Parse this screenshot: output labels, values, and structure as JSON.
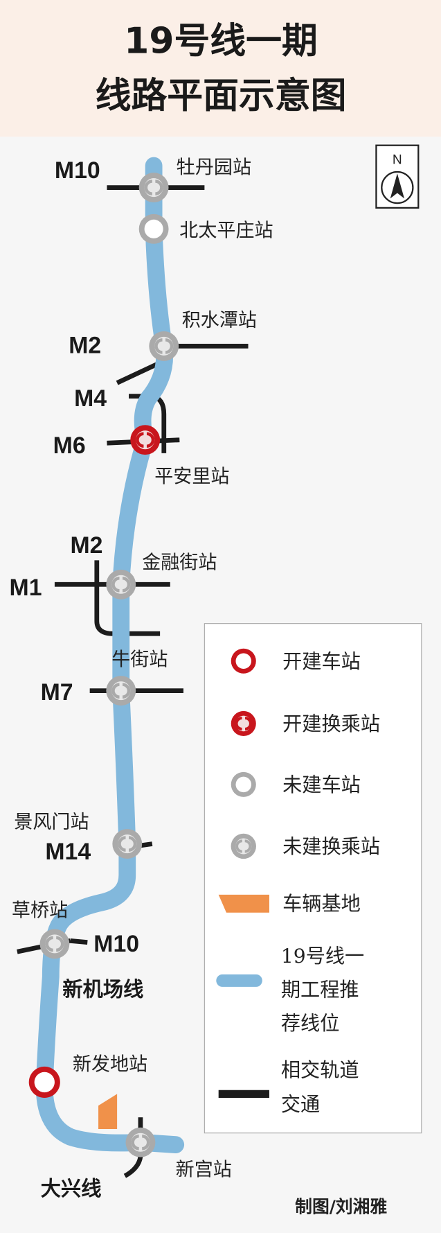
{
  "title": {
    "line1": "19号线一期",
    "line2": "线路平面示意图"
  },
  "compass": {
    "label": "N",
    "icon": "north-arrow-icon"
  },
  "colors": {
    "route": "#82b8dc",
    "interchange_unbuilt": "#aaaaaa",
    "under_construction": "#c8161d",
    "depot": "#f0914a",
    "intersecting": "#1c1c1c",
    "title_bg": "#fbefe7"
  },
  "stations": [
    {
      "name": "牡丹园站",
      "type": "unbuilt-interchange"
    },
    {
      "name": "北太平庄站",
      "type": "unbuilt"
    },
    {
      "name": "积水潭站",
      "type": "unbuilt-interchange"
    },
    {
      "name": "平安里站",
      "type": "construction-interchange"
    },
    {
      "name": "金融街站",
      "type": "unbuilt-interchange"
    },
    {
      "name": "牛街站",
      "type": "unbuilt-interchange"
    },
    {
      "name": "景风门站",
      "type": "unbuilt-interchange"
    },
    {
      "name": "草桥站",
      "type": "unbuilt-interchange"
    },
    {
      "name": "新发地站",
      "type": "construction"
    },
    {
      "name": "新宫站",
      "type": "unbuilt-interchange"
    }
  ],
  "lines": {
    "m10a": "M10",
    "m2a": "M2",
    "m4": "M4",
    "m6": "M6",
    "m2b": "M2",
    "m1": "M1",
    "m7": "M7",
    "m14": "M14",
    "m10b": "M10",
    "airport": "新机场线",
    "daxing": "大兴线"
  },
  "legend": [
    {
      "label": "开建车站"
    },
    {
      "label": "开建换乘站"
    },
    {
      "label": "未建车站"
    },
    {
      "label": "未建换乘站"
    },
    {
      "label": "车辆基地"
    },
    {
      "label_lines": [
        "19号线一",
        "期工程推",
        "荐线位"
      ]
    },
    {
      "label_lines": [
        "相交轨道",
        "交通"
      ]
    }
  ],
  "credit": "制图/刘湘雅"
}
